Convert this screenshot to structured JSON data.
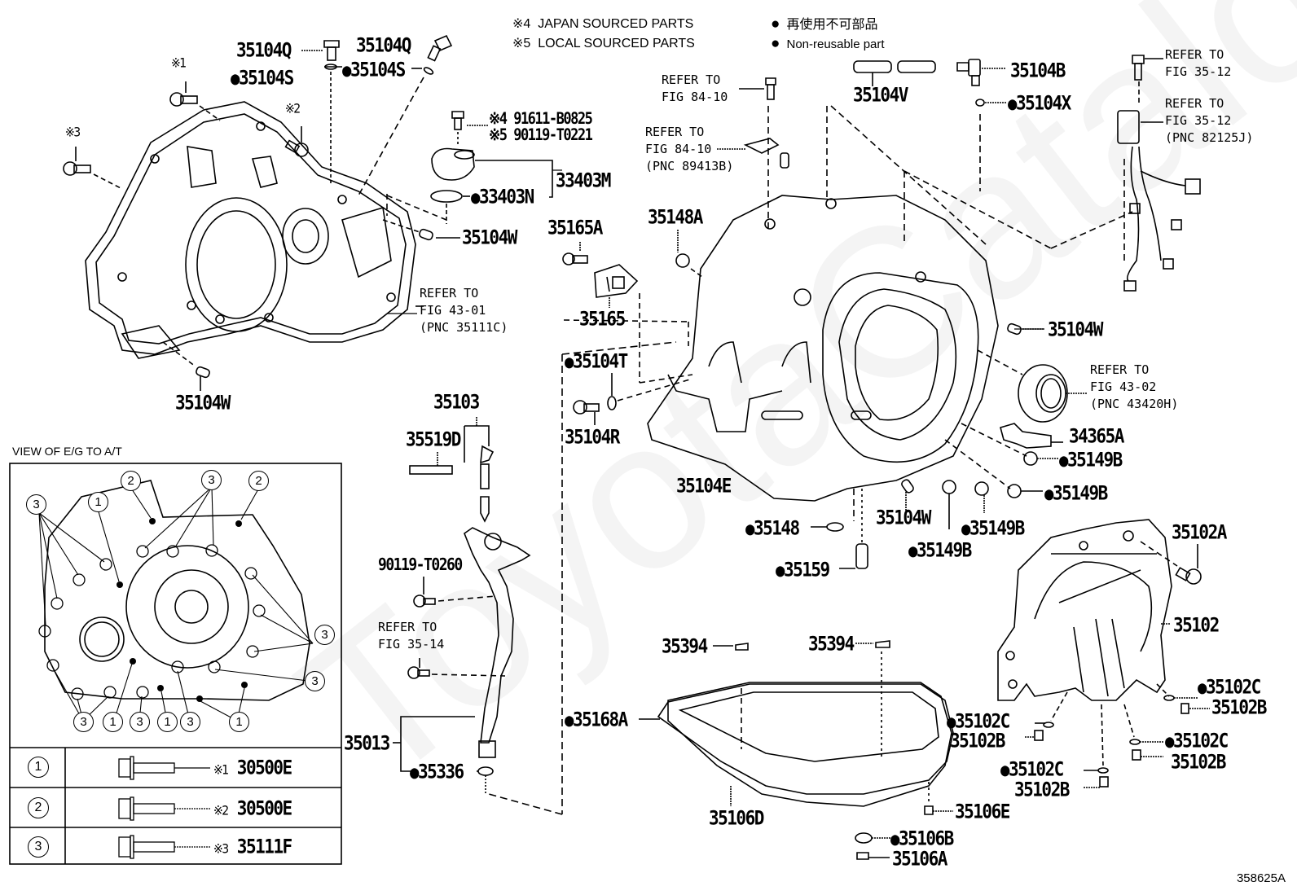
{
  "figure_id": "358625A",
  "legend": {
    "note4": "※4  JAPAN SOURCED PARTS",
    "note5": "※5  LOCAL SOURCED PARTS",
    "nonreusable_jp": "再使用不可部品",
    "nonreusable_en": "Non-reusable part"
  },
  "watermark": "ToyotaCatalog.ru",
  "parts": {
    "p35104Q_a": "35104Q",
    "p35104S_a": "35104S",
    "p35104Q_b": "35104Q",
    "p35104S_b": "35104S",
    "note1": "※1",
    "note2": "※2",
    "note3": "※3",
    "p91611": "※4 91611-B0825",
    "p90119_t0221": "※5 90119-T0221",
    "p33403M": "33403M",
    "p33403N": "33403N",
    "p35104W_top": "35104W",
    "ref_43_01": "REFER TO\nFIG 43-01\n(PNC 35111C)",
    "p35104W_left": "35104W",
    "ref_84_10_a": "REFER TO\nFIG 84-10",
    "ref_84_10_b": "REFER TO\nFIG 84-10\n(PNC 89413B)",
    "p35104V": "35104V",
    "p35104B": "35104B",
    "p35104X": "35104X",
    "ref_35_12_a": "REFER TO\nFIG 35-12",
    "ref_35_12_b": "REFER TO\nFIG 35-12\n(PNC 82125J)",
    "p35165A": "35165A",
    "p35148A": "35148A",
    "p35165": "35165",
    "p35104T": "35104T",
    "p35104R": "35104R",
    "p35104E": "35104E",
    "p35104W_right": "35104W",
    "ref_43_02": "REFER TO\nFIG 43-02\n(PNC 43420H)",
    "p34365A": "34365A",
    "p35149B_1": "35149B",
    "p35149B_2": "35149B",
    "p35149B_3": "35149B",
    "p35149B_4": "35149B",
    "p35148": "35148",
    "p35104W_bottom": "35104W",
    "p35159": "35159",
    "p35103": "35103",
    "p35519D": "35519D",
    "p90119_t0260": "90119-T0260",
    "ref_35_14": "REFER TO\nFIG 35-14",
    "p35013": "35013",
    "p35336": "35336",
    "p35394_a": "35394",
    "p35394_b": "35394",
    "p35168A": "35168A",
    "p35106D": "35106D",
    "p35106E": "35106E",
    "p35106B": "35106B",
    "p35106A": "35106A",
    "p35102A": "35102A",
    "p35102": "35102",
    "p35102C_1": "35102C",
    "p35102B_1": "35102B",
    "p35102C_2": "35102C",
    "p35102B_2": "35102B",
    "p35102C_3": "35102C",
    "p35102B_3": "35102B",
    "p35102C_4": "35102C",
    "p35102B_4": "35102B"
  },
  "inset": {
    "title": "VIEW OF E/G TO A/T",
    "callouts": [
      "2",
      "3",
      "2",
      "3",
      "1",
      "3",
      "3",
      "3",
      "1",
      "3",
      "1",
      "3",
      "1"
    ],
    "table": [
      {
        "key": "1",
        "note": "※1",
        "part": "30500E"
      },
      {
        "key": "2",
        "note": "※2",
        "part": "30500E"
      },
      {
        "key": "3",
        "note": "※3",
        "part": "35111F"
      }
    ]
  }
}
